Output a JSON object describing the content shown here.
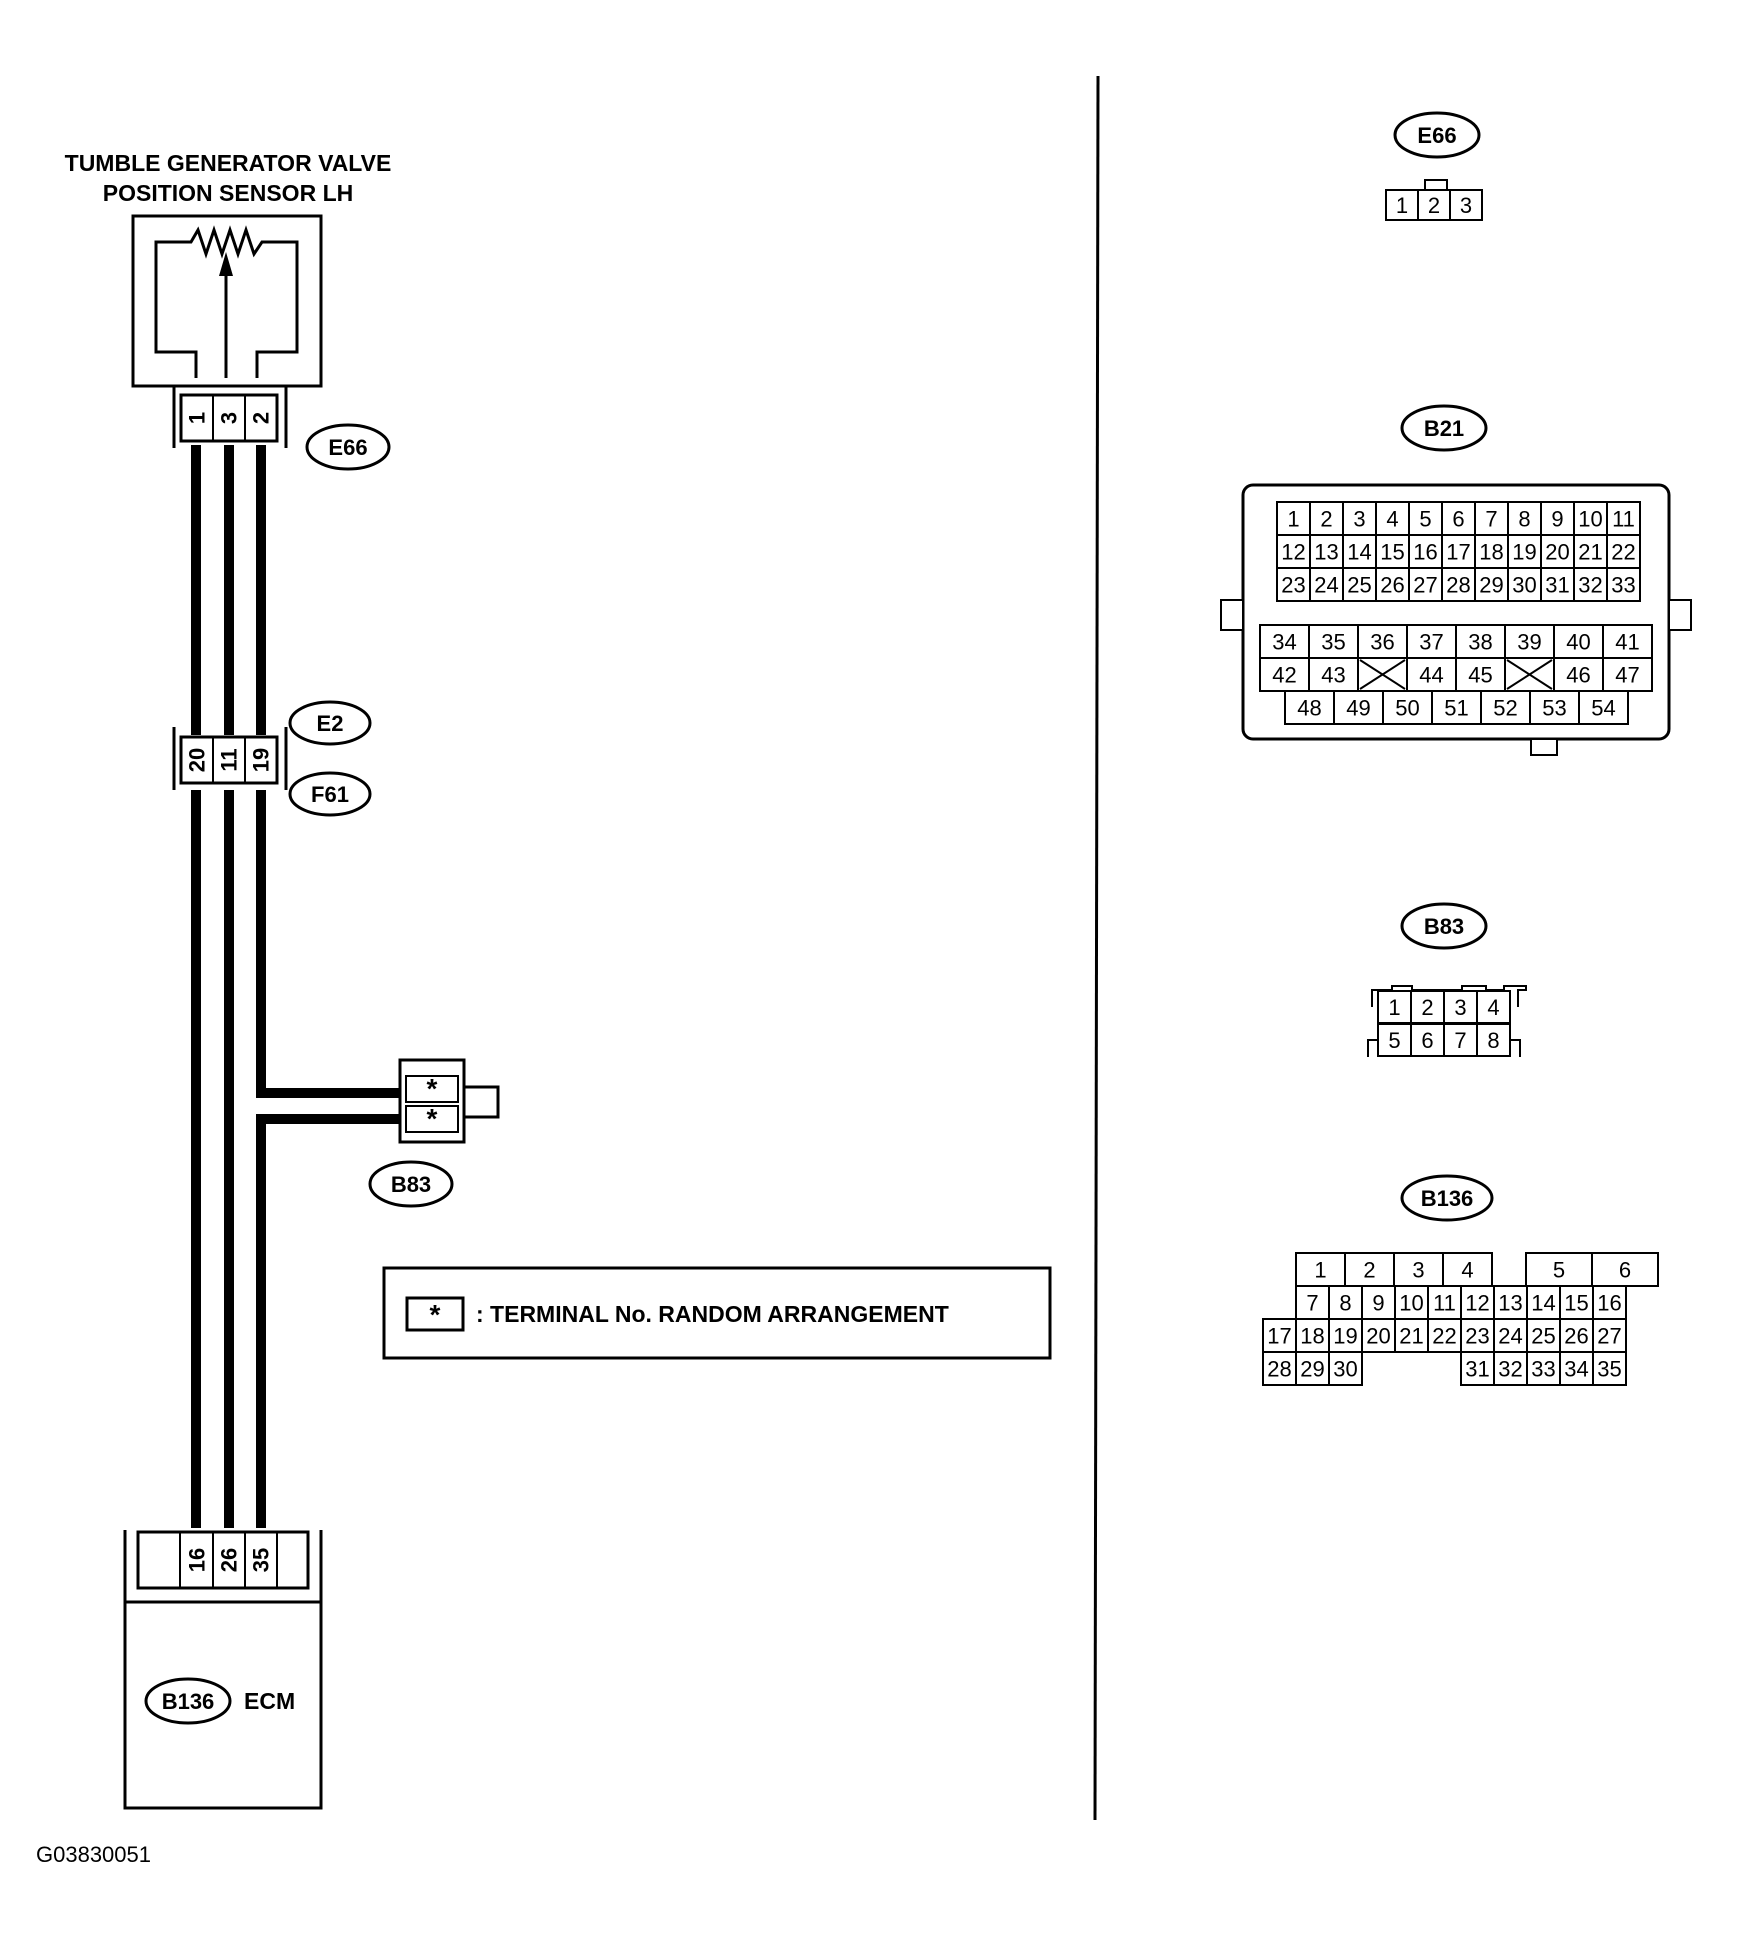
{
  "sensor": {
    "title_line1": "TUMBLE GENERATOR VALVE",
    "title_line2": "POSITION SENSOR LH",
    "connector": "E66",
    "pins": [
      "1",
      "3",
      "2"
    ]
  },
  "joint": {
    "connector_top": "E2",
    "connector_bottom": "F61",
    "pins": [
      "20",
      "11",
      "19"
    ]
  },
  "b83_inline": {
    "connector": "B83",
    "pins": [
      "*",
      "*"
    ]
  },
  "legend": {
    "symbol": "*",
    "text": ": TERMINAL No. RANDOM ARRANGEMENT"
  },
  "ecm": {
    "connector": "B136",
    "label": "ECM",
    "pins": [
      "16",
      "26",
      "35"
    ]
  },
  "figure_code": "G03830051",
  "face_views": {
    "e66": {
      "label": "E66",
      "rows": [
        [
          "1",
          "2",
          "3"
        ]
      ]
    },
    "b21": {
      "label": "B21",
      "top_rows": [
        [
          "1",
          "2",
          "3",
          "4",
          "5",
          "6",
          "7",
          "8",
          "9",
          "10",
          "11"
        ],
        [
          "12",
          "13",
          "14",
          "15",
          "16",
          "17",
          "18",
          "19",
          "20",
          "21",
          "22"
        ],
        [
          "23",
          "24",
          "25",
          "26",
          "27",
          "28",
          "29",
          "30",
          "31",
          "32",
          "33"
        ]
      ],
      "bottom_rows": [
        [
          "34",
          "35",
          "36",
          "37",
          "38",
          "39",
          "40",
          "41"
        ],
        [
          "42",
          "43",
          "",
          "44",
          "45",
          "",
          "46",
          "47"
        ],
        [
          "48",
          "49",
          "50",
          "51",
          "52",
          "53",
          "54"
        ]
      ]
    },
    "b83": {
      "label": "B83",
      "rows": [
        [
          "1",
          "2",
          "3",
          "4"
        ],
        [
          "5",
          "6",
          "7",
          "8"
        ]
      ]
    },
    "b136": {
      "label": "B136",
      "rows": [
        [
          "1",
          "2",
          "3",
          "4",
          "5",
          "6"
        ],
        [
          "7",
          "8",
          "9",
          "10",
          "11",
          "12",
          "13",
          "14",
          "15",
          "16"
        ],
        [
          "17",
          "18",
          "19",
          "20",
          "21",
          "22",
          "23",
          "24",
          "25",
          "26",
          "27"
        ],
        [
          "28",
          "29",
          "30",
          "31",
          "32",
          "33",
          "34",
          "35"
        ]
      ]
    }
  }
}
